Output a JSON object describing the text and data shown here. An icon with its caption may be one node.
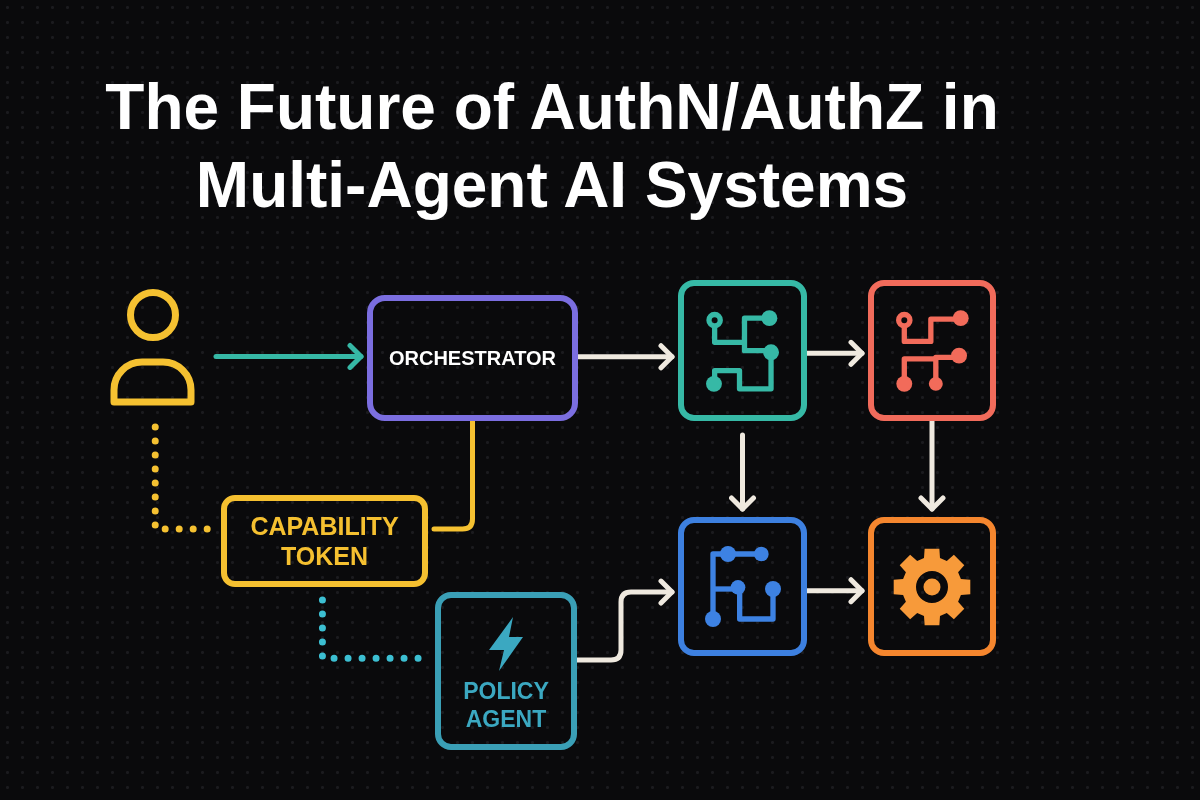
{
  "diagram": {
    "title": "The Future of AuthN/AuthZ in Multi-Agent AI Systems",
    "nodes": [
      {
        "text": [],
        "shape": "person"
      },
      {
        "text": [
          "ORCHESTRATOR"
        ]
      },
      {
        "text": [],
        "shape": "box"
      },
      {
        "text": [],
        "shape": "box"
      },
      {
        "text": [
          "CAPABILITY TOKEN"
        ]
      },
      {
        "text": [],
        "shape": "box"
      },
      {
        "text": [],
        "shape": "box"
      },
      {
        "text": [
          "POLICY AGENT"
        ]
      }
    ],
    "edges": [
      {
        "from": 0,
        "to": 1,
        "arrow": "to",
        "color": "#36b8a6"
      },
      {
        "from": 1,
        "to": 2,
        "arrow": "to"
      },
      {
        "from": 2,
        "to": 3,
        "arrow": "to"
      },
      {
        "from": 2,
        "to": 5,
        "arrow": "to"
      },
      {
        "from": 3,
        "to": 6,
        "arrow": "to"
      },
      {
        "from": 5,
        "to": 6,
        "arrow": "to"
      },
      {
        "from": 7,
        "to": 5,
        "arrow": "to"
      },
      {
        "from": 0,
        "to": 4,
        "arrow": "none",
        "style": "dashed",
        "color": "#f5c131"
      },
      {
        "from": 1,
        "to": 4,
        "arrow": "none",
        "color": "#f5c131"
      },
      {
        "from": 4,
        "to": 7,
        "arrow": "none",
        "style": "dashed",
        "color": "#3cbfd2"
      }
    ]
  }
}
